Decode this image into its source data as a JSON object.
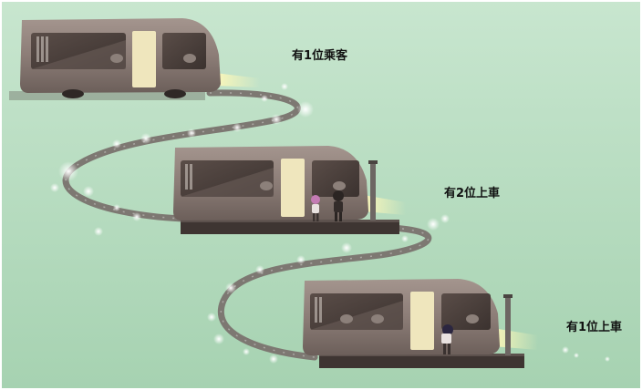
{
  "captions": {
    "stop1": "有1位乘客",
    "stop2": "有2位上車",
    "stop3": "有1位上車"
  },
  "colors": {
    "background_top": "#c4e3cc",
    "background_bottom": "#a9d4b4",
    "bus_body": "#8a7b75",
    "bus_window": "#4f4440",
    "door_light": "#f3ecc2",
    "headlight": "#fff6b0",
    "platform": "#3e3532",
    "road": "#7f7a74"
  }
}
